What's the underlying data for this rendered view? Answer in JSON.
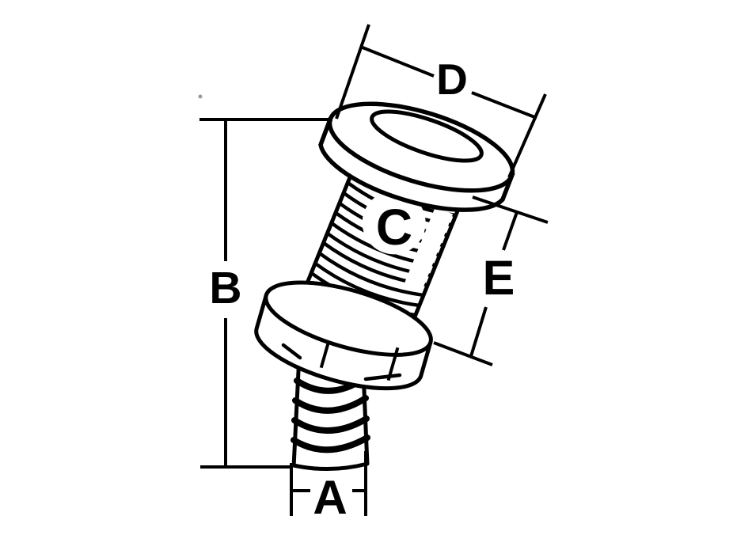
{
  "figure": {
    "background_color": "#ffffff",
    "line_color": "#000000",
    "labels": {
      "a": "A",
      "b": "B",
      "c": "C",
      "d": "D",
      "e": "E"
    }
  }
}
